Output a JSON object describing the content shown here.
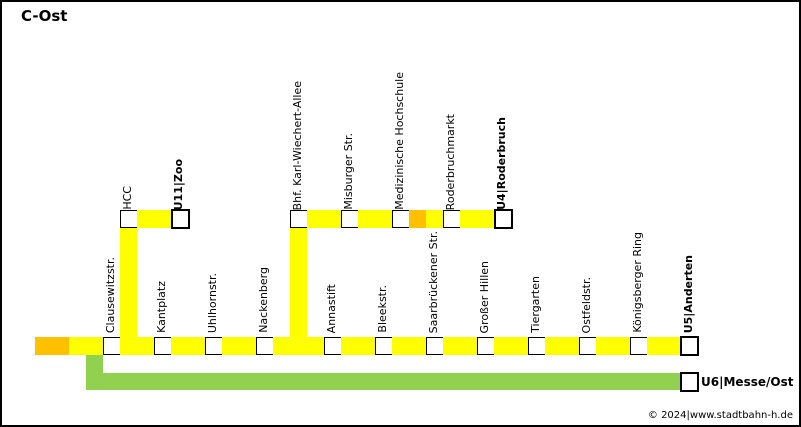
{
  "title": "C-Ost",
  "stations": {
    "clausewitzstr": "Clausewitzstr.",
    "kantplatz": "Kantplatz",
    "uhlhornstr": "Uhlhornstr.",
    "nackenberg": "Nackenberg",
    "annastift": "Annastift",
    "bleekstr": "Bleekstr.",
    "saarbrueckener": "Saarbrückener Str.",
    "grosser_hillen": "Großer Hillen",
    "tiergarten": "Tiergarten",
    "ostfeldstr": "Ostfeldstr.",
    "koenigsberger": "Königsberger Ring",
    "hcc": "HCC",
    "bhf_kwa": "Bhf. Karl-Wiechert-Allee",
    "misburger": "Misburger Str.",
    "mhh": "Medizinische Hochschule",
    "roderbruchmarkt": "Roderbruchmarkt"
  },
  "termini": {
    "u5": {
      "line": "U5",
      "name": "Anderten"
    },
    "u11": {
      "line": "U11",
      "name": "Zoo"
    },
    "u4": {
      "line": "U4",
      "name": "Roderbruch"
    },
    "u6": {
      "line": "U6",
      "name": "Messe/Ost"
    }
  },
  "separator": "|",
  "colors": {
    "yellow": "#ffff00",
    "orange": "#ffc000",
    "green": "#92d050"
  },
  "copyright": "© 2024|www.stadtbahn-h.de"
}
